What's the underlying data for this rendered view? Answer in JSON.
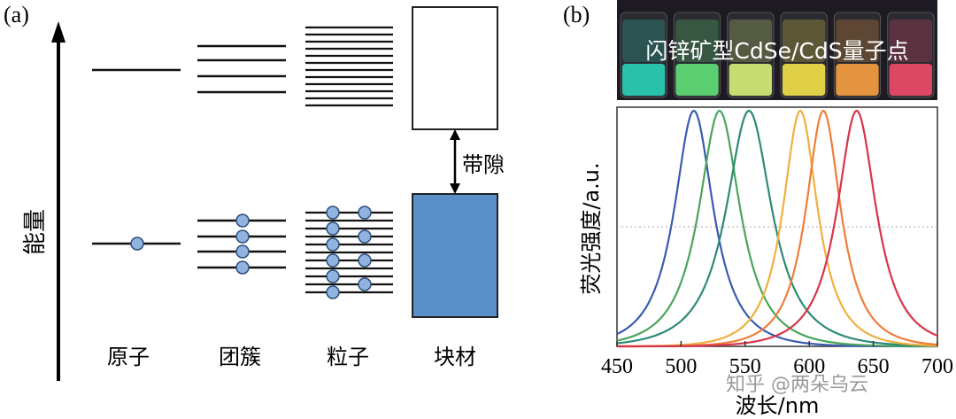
{
  "panel_a": {
    "label": "(a)",
    "energy_axis_label": "能量",
    "band_gap_label": "带隙",
    "columns": [
      "原子",
      "团簇",
      "粒子",
      "块材"
    ],
    "colors": {
      "electron": "#8fb4e0",
      "bulk_band": "#5b8fc9"
    }
  },
  "panel_b": {
    "label": "(b)",
    "photo_caption": "闪锌矿型CdSe/CdS量子点",
    "ylabel": "荧光强度/a.u.",
    "xlabel": "波长/nm",
    "vial_colors": [
      "#2ad1b8",
      "#62e07a",
      "#d8f07a",
      "#f4e24a",
      "#f8a040",
      "#f04a6a"
    ]
  },
  "watermark": "知乎 @两朵乌云",
  "chart_data": {
    "type": "line",
    "xlabel": "波长/nm",
    "ylabel": "荧光强度/a.u.",
    "xlim": [
      450,
      700
    ],
    "ylim": [
      0,
      1
    ],
    "xticks": [
      450,
      500,
      550,
      600,
      650,
      700
    ],
    "grid": false,
    "series": [
      {
        "color": "#3a5bb0",
        "peak": 510,
        "width": 18,
        "values": {
          "x": [
            450,
            470,
            490,
            500,
            510,
            520,
            530,
            550,
            570,
            600
          ],
          "y": [
            0.01,
            0.05,
            0.35,
            0.8,
            1.0,
            0.8,
            0.35,
            0.07,
            0.02,
            0.0
          ]
        }
      },
      {
        "color": "#4aa55a",
        "peak": 530,
        "width": 19,
        "values": {
          "x": [
            460,
            490,
            510,
            520,
            530,
            540,
            550,
            570,
            600,
            630
          ],
          "y": [
            0.01,
            0.1,
            0.45,
            0.82,
            1.0,
            0.82,
            0.45,
            0.1,
            0.02,
            0.0
          ]
        }
      },
      {
        "color": "#2e8a7a",
        "peak": 553,
        "width": 21,
        "values": {
          "x": [
            470,
            510,
            530,
            543,
            553,
            563,
            576,
            600,
            630,
            660
          ],
          "y": [
            0.01,
            0.12,
            0.45,
            0.85,
            1.0,
            0.85,
            0.45,
            0.1,
            0.02,
            0.0
          ]
        }
      },
      {
        "color": "#f0b040",
        "peak": 593,
        "width": 16,
        "values": {
          "x": [
            530,
            560,
            578,
            585,
            593,
            601,
            608,
            625,
            650,
            680
          ],
          "y": [
            0.0,
            0.08,
            0.5,
            0.85,
            1.0,
            0.85,
            0.5,
            0.1,
            0.02,
            0.0
          ]
        }
      },
      {
        "color": "#ee7e3a",
        "peak": 611,
        "width": 16,
        "values": {
          "x": [
            550,
            580,
            596,
            603,
            611,
            619,
            626,
            643,
            670,
            695
          ],
          "y": [
            0.0,
            0.08,
            0.5,
            0.85,
            1.0,
            0.85,
            0.5,
            0.1,
            0.02,
            0.0
          ]
        }
      },
      {
        "color": "#d8344a",
        "peak": 637,
        "width": 18,
        "values": {
          "x": [
            570,
            600,
            620,
            628,
            637,
            646,
            654,
            672,
            690,
            700
          ],
          "y": [
            0.0,
            0.06,
            0.45,
            0.85,
            1.0,
            0.85,
            0.45,
            0.1,
            0.02,
            0.01
          ]
        }
      }
    ]
  }
}
